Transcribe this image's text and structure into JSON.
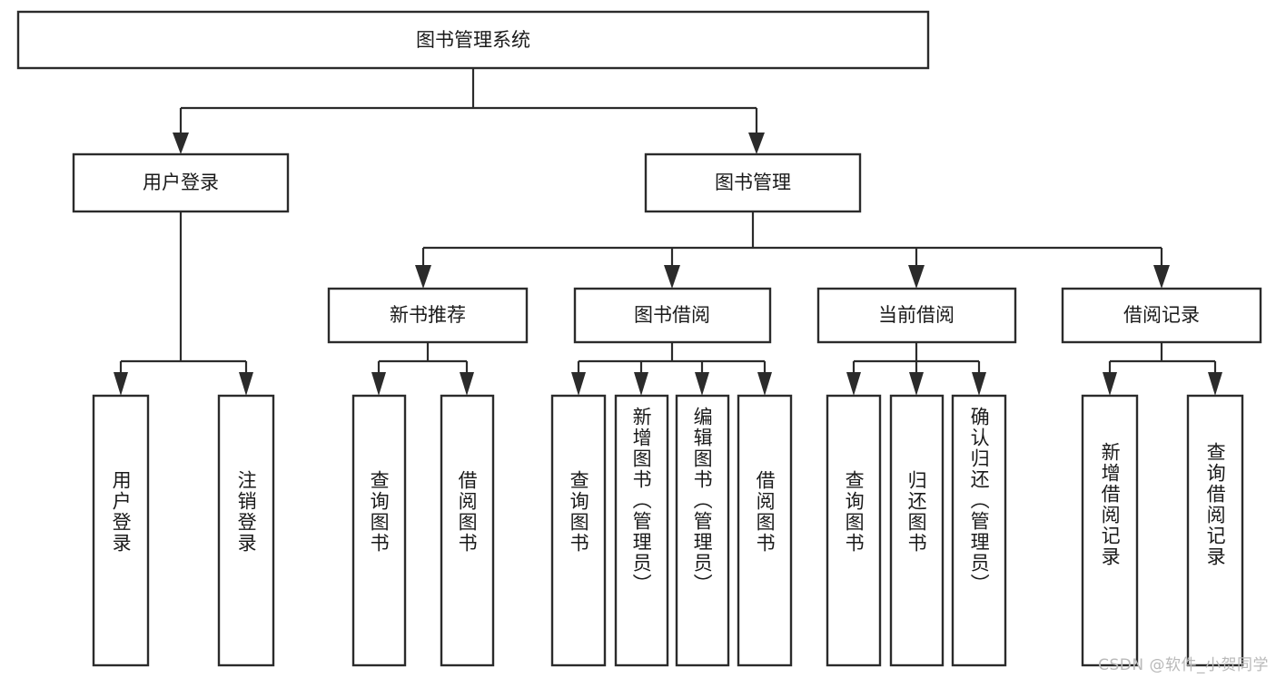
{
  "diagram": {
    "title": "图书管理系统",
    "type": "tree-hierarchy-diagram",
    "watermark": "CSDN @软件_小贺同学",
    "colors": {
      "stroke": "#2b2b2b",
      "fill": "#ffffff",
      "text": "#1a1a1a",
      "watermark": "#b9b9b9",
      "background": "#ffffff"
    },
    "root": {
      "label": "图书管理系统"
    },
    "level2": [
      {
        "label": "用户登录"
      },
      {
        "label": "图书管理"
      }
    ],
    "level3": [
      {
        "label": "新书推荐"
      },
      {
        "label": "图书借阅"
      },
      {
        "label": "当前借阅"
      },
      {
        "label": "借阅记录"
      }
    ],
    "leaves": {
      "user_login": [
        {
          "label": "用户登录"
        },
        {
          "label": "注销登录"
        }
      ],
      "new_book_recommend": [
        {
          "label": "查询图书"
        },
        {
          "label": "借阅图书"
        }
      ],
      "book_borrow": [
        {
          "label": "查询图书"
        },
        {
          "label": "新增图书（管理员）"
        },
        {
          "label": "编辑图书（管理员）"
        },
        {
          "label": "借阅图书"
        }
      ],
      "current_borrow": [
        {
          "label": "查询图书"
        },
        {
          "label": "归还图书"
        },
        {
          "label": "确认归还（管理员）"
        }
      ],
      "borrow_record": [
        {
          "label": "新增借阅记录"
        },
        {
          "label": "查询借阅记录"
        }
      ]
    }
  }
}
